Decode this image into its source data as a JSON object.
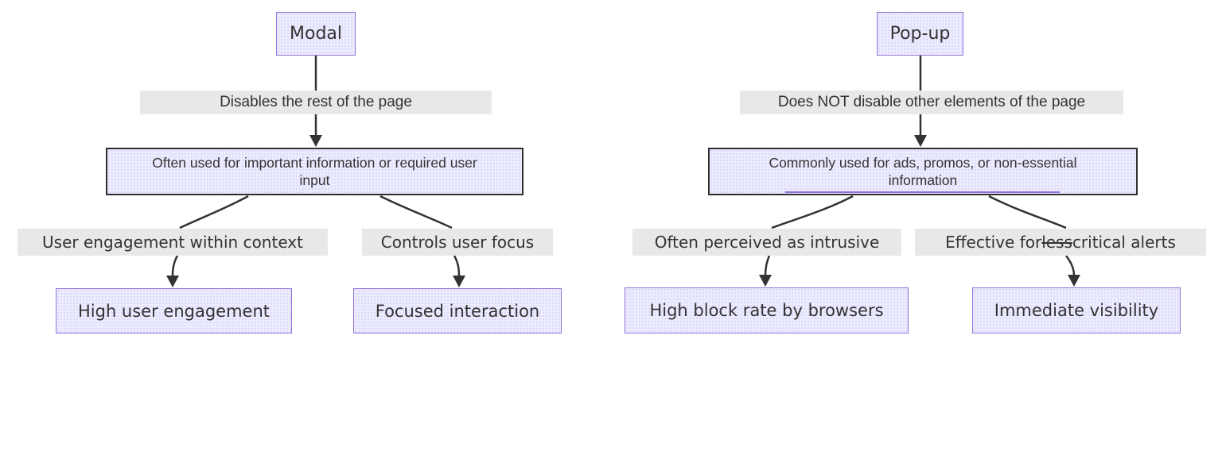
{
  "diagram": {
    "modal_flow": {
      "root_label": "Modal",
      "edge_label": "Disables the rest of the page",
      "desc_lines": [
        "Often used for important information or required user",
        "input"
      ],
      "branches": [
        {
          "edge_label": "User engagement within context",
          "node_label": "High user engagement"
        },
        {
          "edge_label": "Controls user focus",
          "node_label": "Focused interaction"
        }
      ]
    },
    "popup_flow": {
      "root_label": "Pop-up",
      "edge_label": "Does NOT disable other elements of the page",
      "desc_lines": [
        "Commonly used for ads, promos, or non-essential",
        "information"
      ],
      "branches": [
        {
          "edge_label": "Often perceived as intrusive",
          "node_label": "High block rate by browsers"
        },
        {
          "edge_prefix": "Effective for ",
          "edge_struck": "less",
          "edge_suffix": " critical alerts",
          "node_label": "Immediate visibility"
        }
      ]
    },
    "colors": {
      "node_fill": "#ECECFF",
      "node_border": "#9370DB",
      "desc_border": "#2e2e2e",
      "edge_label_bg": "#e8e8e8",
      "edge_color": "#333333",
      "text": "#333333"
    }
  }
}
